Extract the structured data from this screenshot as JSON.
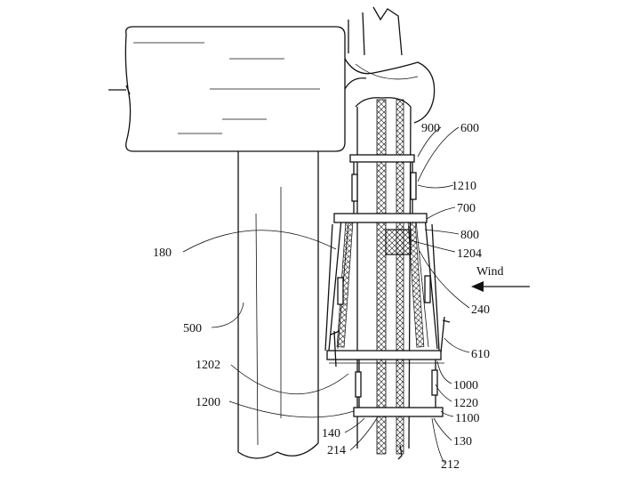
{
  "figure": {
    "wind_label": "Wind",
    "reference_numerals": {
      "r900": "900",
      "r600": "600",
      "r1210": "1210",
      "r700": "700",
      "r800": "800",
      "r1204": "1204",
      "r180": "180",
      "r240": "240",
      "r500": "500",
      "r610": "610",
      "r1202": "1202",
      "r1000": "1000",
      "r1220": "1220",
      "r1200": "1200",
      "r1100": "1100",
      "r140": "140",
      "r130": "130",
      "r214": "214",
      "r212": "212"
    }
  }
}
